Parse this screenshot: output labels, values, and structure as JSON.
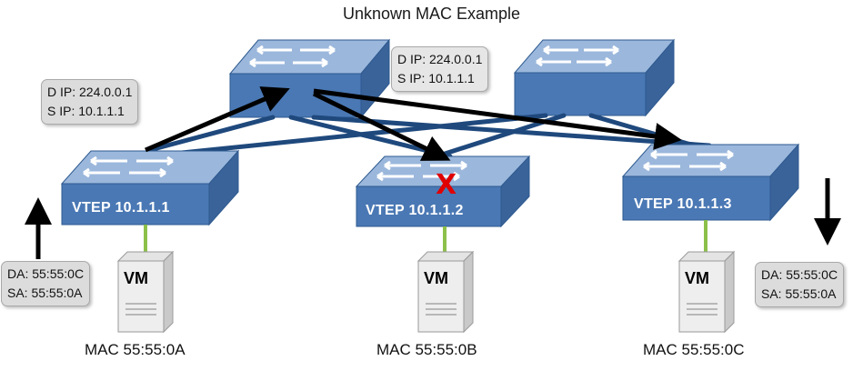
{
  "title": "Unknown MAC Example",
  "vteps": [
    {
      "label": "VTEP 10.1.1.1"
    },
    {
      "label": "VTEP 10.1.1.2"
    },
    {
      "label": "VTEP 10.1.1.3"
    }
  ],
  "hosts": [
    {
      "vm": "VM",
      "mac": "MAC 55:55:0A"
    },
    {
      "vm": "VM",
      "mac": "MAC 55:55:0B"
    },
    {
      "vm": "VM",
      "mac": "MAC 55:55:0C"
    }
  ],
  "outer_headers": {
    "left": {
      "dip": "D IP: 224.0.0.1",
      "sip": "S IP: 10.1.1.1"
    },
    "top": {
      "dip": "D IP: 224.0.0.1",
      "sip": "S IP: 10.1.1.1"
    }
  },
  "inner_headers": {
    "left": {
      "da": "DA: 55:55:0C",
      "sa": "SA: 55:55:0A"
    },
    "right": {
      "da": "DA: 55:55:0C",
      "sa": "SA: 55:55:0A"
    }
  },
  "drop_mark": "X",
  "colors": {
    "switch_top": "#9bb7dc",
    "switch_front": "#4a78b4",
    "link": "#1f497d",
    "vm_link": "#8cc04a",
    "arrow": "#000000",
    "drop": "#e00000"
  }
}
